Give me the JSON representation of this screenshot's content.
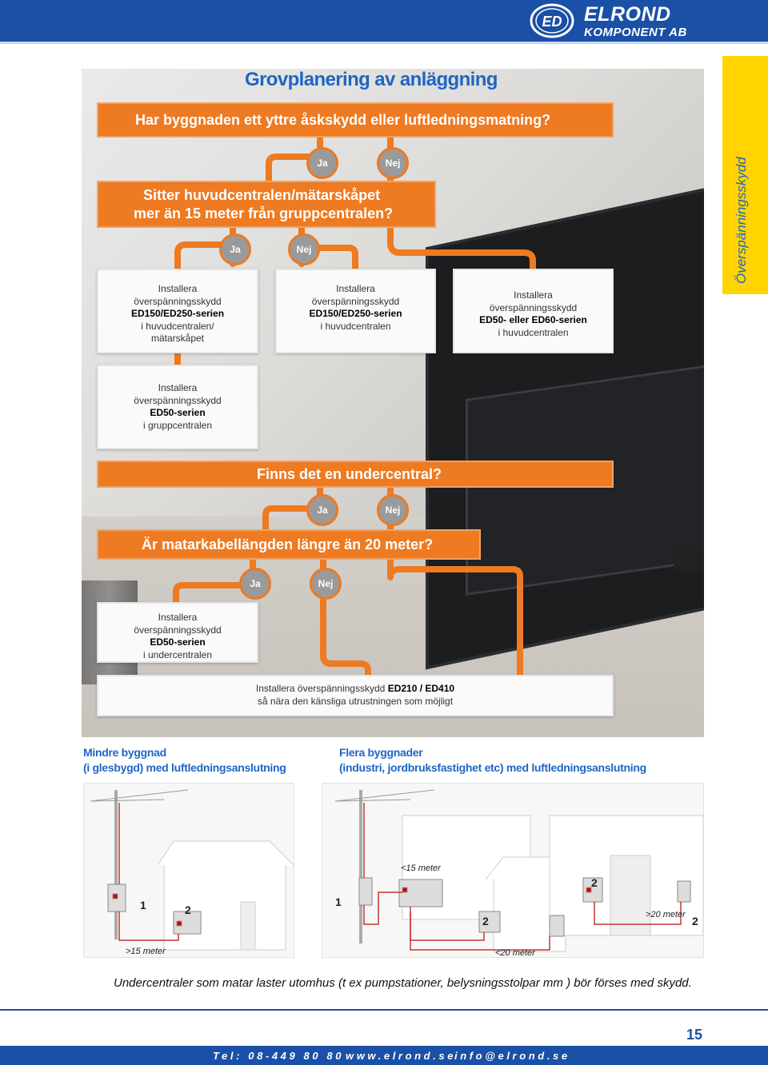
{
  "header": {
    "brand_name": "ELROND",
    "brand_sub": "KOMPONENT AB",
    "logo_letters": "ED"
  },
  "side_tab": "Överspänningsskydd",
  "title": "Grovplanering av anläggning",
  "flowchart": {
    "q1": "Har byggnaden ett yttre åskskydd eller luftledningsmatning?",
    "q2_line1": "Sitter huvudcentralen/mätarskåpet",
    "q2_line2": "mer än 15 meter från gruppcentralen?",
    "q3": "Finns det en undercentral?",
    "q4": "Är matarkabellängden längre än 20 meter?",
    "yes": "Ja",
    "no": "Nej",
    "box1": [
      "Installera",
      "överspänningsskydd",
      "ED150/ED250-serien",
      "i huvudcentralen/",
      "mätarskåpet"
    ],
    "box2": [
      "Installera",
      "överspänningsskydd",
      "ED150/ED250-serien",
      "i huvudcentralen"
    ],
    "box3": [
      "Installera",
      "överspänningsskydd",
      "ED50- eller ED60-serien",
      "i huvudcentralen"
    ],
    "box4": [
      "Installera",
      "överspänningsskydd",
      "ED50-serien",
      "i gruppcentralen"
    ],
    "box5": [
      "Installera",
      "överspänningsskydd",
      "ED50-serien",
      "i undercentralen"
    ],
    "box6_pre": "Installera överspänningsskydd",
    "box6_bold": "ED210 / ED410",
    "box6_line2": "så nära den känsliga utrustningen som möjligt"
  },
  "captions": {
    "left_line1": "Mindre byggnad",
    "left_line2": "(i glesbygd) med luftledningsanslutning",
    "right_line1": "Flera byggnader",
    "right_line2": "(industri, jordbruksfastighet etc) med luftledningsanslutning"
  },
  "illustrations": {
    "left_distance": ">15 meter",
    "right_distance_top": "<15 meter",
    "right_distance_side": ">20 meter",
    "right_distance_bottom": "<20 meter",
    "one": "1",
    "two": "2"
  },
  "note": "Undercentraler som matar laster utomhus (t ex pumpstationer, belysningsstolpar mm ) bör förses med skydd.",
  "page_number": "15",
  "footer": {
    "tel": "Tel: 08-449 80 80",
    "web": "www.elrond.se",
    "email": "info@elrond.se"
  },
  "colors": {
    "brand_blue": "#1a50a6",
    "title_blue": "#1f66c4",
    "flow_orange": "#ee7a22",
    "tab_yellow": "#ffd400"
  }
}
